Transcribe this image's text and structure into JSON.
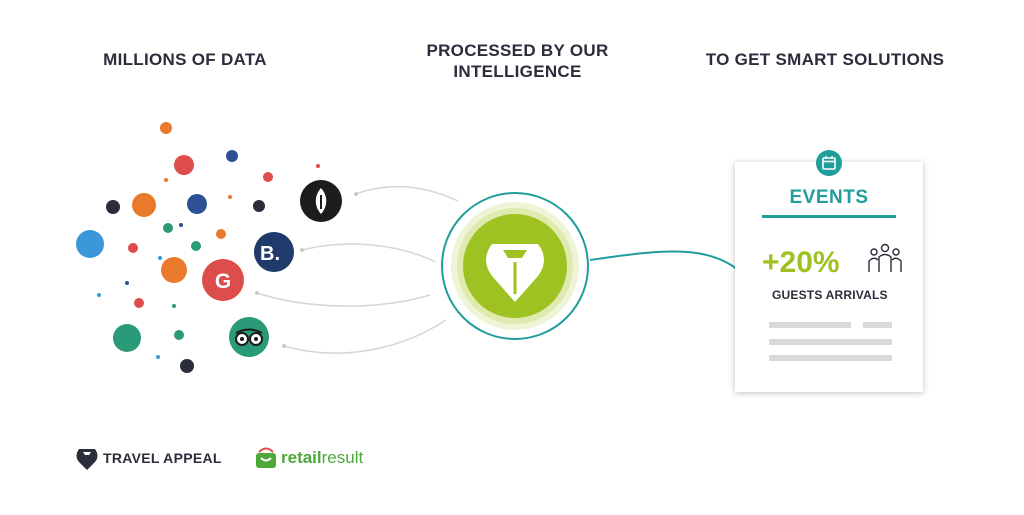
{
  "headings": {
    "source": "MILLIONS OF DATA",
    "process": "PROCESSED BY OUR INTELLIGENCE",
    "result": "TO GET SMART SOLUTIONS"
  },
  "source_icons": [
    "inkwell-pen-icon",
    "booking-b-icon",
    "google-g-icon",
    "tripadvisor-owl-icon"
  ],
  "source_letters": {
    "booking": "B.",
    "google": "G"
  },
  "hub_icon": "travel-appeal-shield-icon",
  "card": {
    "icon": "calendar-icon",
    "title": "EVENTS",
    "metric": "+20%",
    "metric_icon": "people-group-icon",
    "metric_label": "GUESTS ARRIVALS"
  },
  "brands": {
    "travel_appeal": "TRAVEL APPEAL",
    "retail_bold": "retail",
    "retail_light": "result"
  },
  "colors": {
    "dark": "#2b2d3a",
    "teal": "#1f9e9b",
    "lime": "#9dc221",
    "orange": "#ea7a2b",
    "red": "#dd4d4b",
    "blue": "#3a98d8",
    "navy": "#2e5195",
    "green": "#2a9a78",
    "grey_line": "#d6d6d6"
  }
}
